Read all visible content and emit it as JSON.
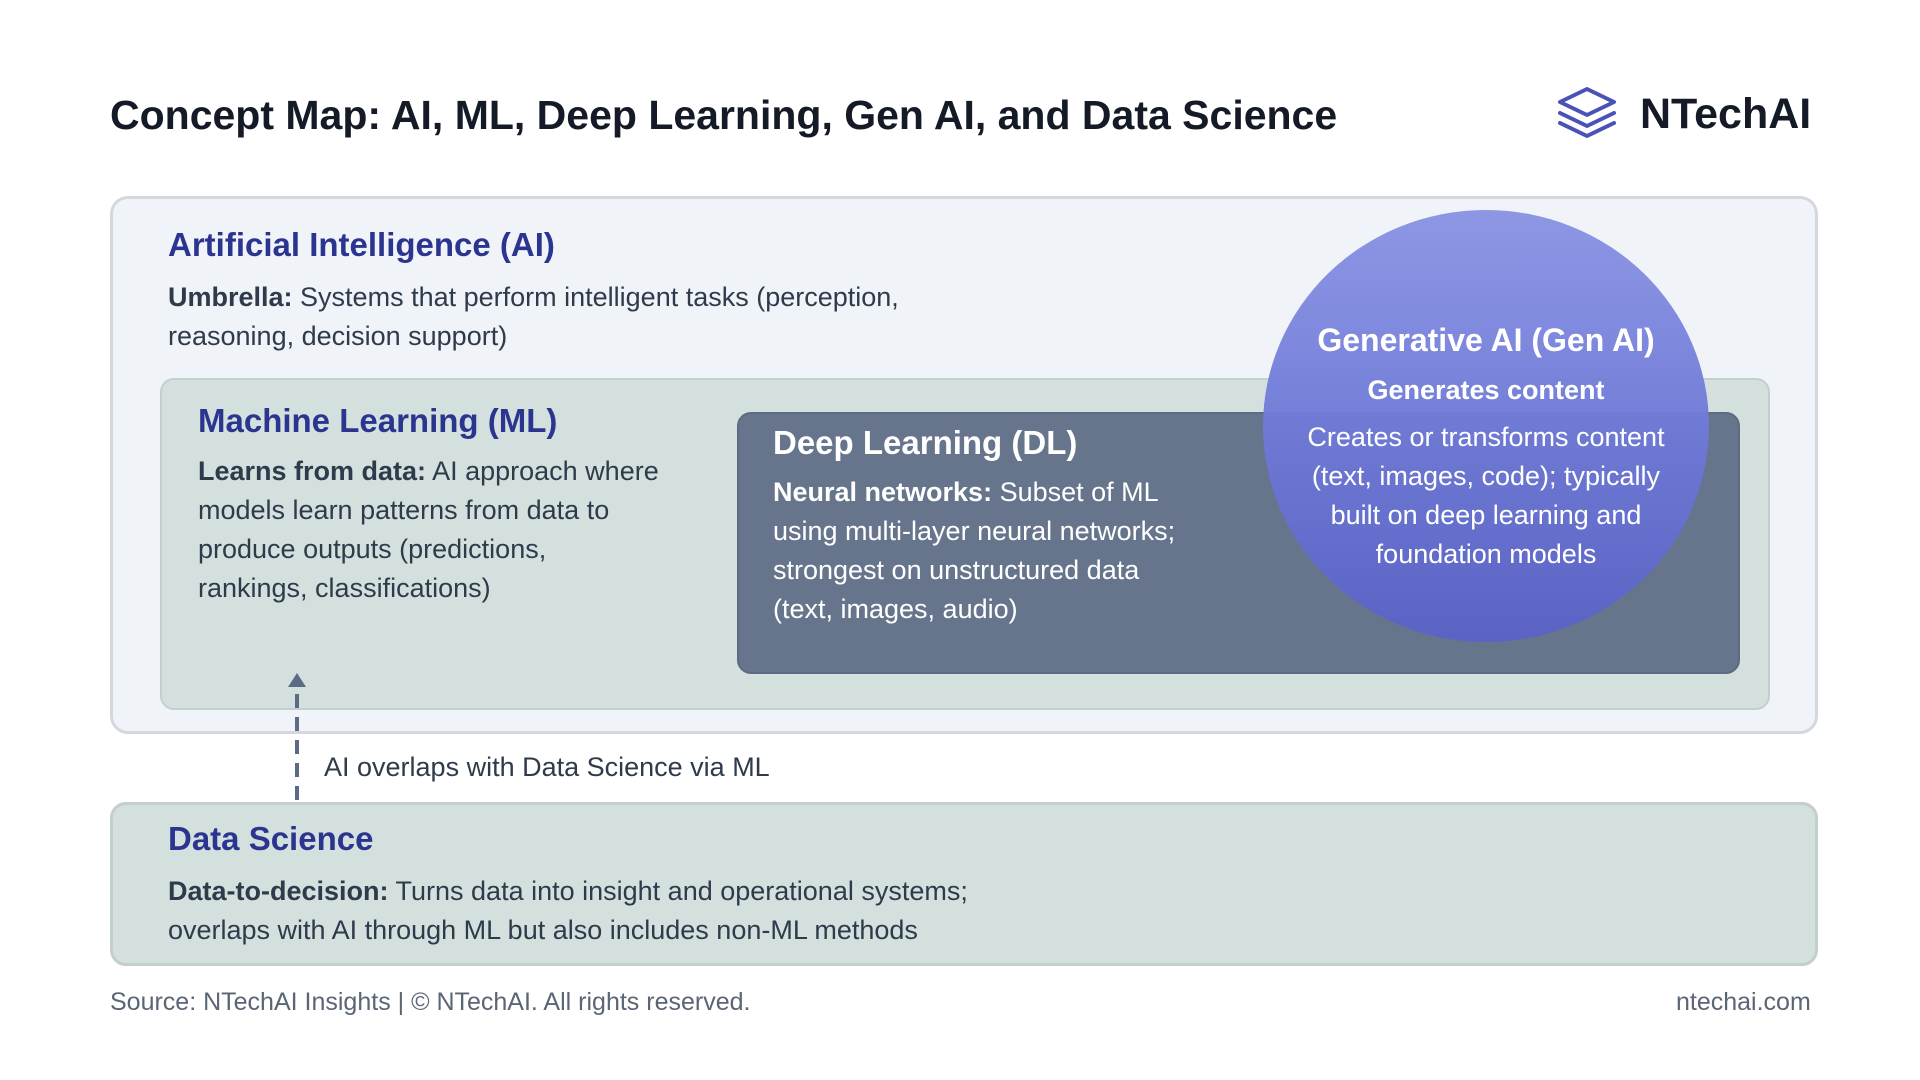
{
  "header": {
    "title": "Concept Map: AI, ML, Deep Learning, Gen AI, and Data Science",
    "brand_name": "NTechAI",
    "brand_icon": "layers-icon"
  },
  "ai": {
    "title": "Artificial Intelligence (AI)",
    "lead": "Umbrella:",
    "line1": " Systems that perform intelligent tasks (perception,",
    "line2": "reasoning, decision support)"
  },
  "ml": {
    "title": "Machine Learning (ML)",
    "lead": "Learns from data:",
    "line1": " AI approach where",
    "line2": "models learn patterns from data to",
    "line3": "produce outputs (predictions,",
    "line4": "rankings, classifications)"
  },
  "dl": {
    "title": "Deep Learning (DL)",
    "lead": "Neural networks:",
    "line1": " Subset of ML",
    "line2": "using multi-layer neural networks;",
    "line3": "strongest on unstructured data",
    "line4": "(text, images, audio)"
  },
  "gen": {
    "title": "Generative AI (Gen AI)",
    "subtitle": "Generates content",
    "line1": "Creates or transforms content",
    "line2": "(text, images, code); typically",
    "line3": "built on deep learning and",
    "line4": "foundation models"
  },
  "connector": {
    "label": "AI overlaps with Data Science via ML"
  },
  "ds": {
    "title": "Data Science",
    "lead": "Data-to-decision:",
    "line1": " Turns data into insight and operational systems;",
    "line2": "overlaps with AI through ML but also includes non-ML methods"
  },
  "footer": {
    "source": "Source: NTechAI Insights | © NTechAI. All rights reserved.",
    "url": "ntechai.com"
  },
  "colors": {
    "heading": "#2b3590",
    "ai_bg": "#f0f3f8",
    "ml_bg": "#d3e0dd",
    "dl_bg": "#66758c",
    "gen_top": "#8a93e3",
    "gen_bottom": "#5a62c6",
    "connector": "#5b6b86"
  }
}
